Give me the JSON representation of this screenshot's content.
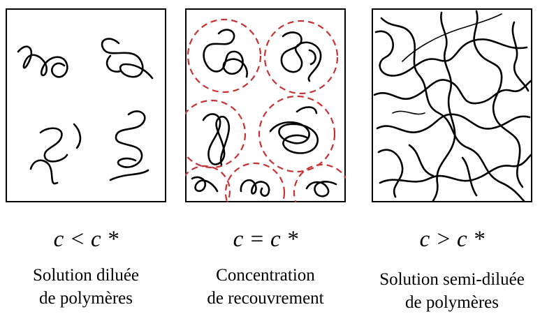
{
  "panels": [
    {
      "id": "dilute",
      "formula": "c < c *",
      "caption_line1": "Solution diluée",
      "caption_line2": "de polymères"
    },
    {
      "id": "overlap",
      "formula": "c = c *",
      "caption_line1": "Concentration",
      "caption_line2": "de recouvrement"
    },
    {
      "id": "semi-dilute",
      "formula": "c > c *",
      "caption_line1": "Solution semi-diluée",
      "caption_line2": "de polymères"
    }
  ],
  "colors": {
    "chain": "#000000",
    "overlap_circle": "#c83232",
    "frame": "#000000"
  }
}
